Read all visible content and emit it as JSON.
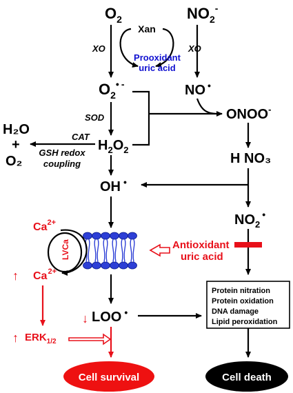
{
  "colors": {
    "black": "#000000",
    "red": "#e8101a",
    "blue": "#1010d0",
    "membrane": "#2d3fd6",
    "survival_fill": "#ee1111",
    "death_fill": "#000000"
  },
  "nodes": {
    "o2": {
      "base": "O",
      "sub": "2"
    },
    "no2_minus": {
      "base": "NO",
      "sub": "2",
      "sup": "-"
    },
    "xan": "Xan",
    "xo_left": "XO",
    "xo_right": "XO",
    "prooxidant_l1": "Prooxidant",
    "prooxidant_l2": "uric acid",
    "superoxide": {
      "base": "O",
      "sub": "2",
      "sup": "-",
      "rad": "•"
    },
    "nitric_oxide": {
      "base": "NO",
      "rad": "•"
    },
    "peroxynitrite": {
      "base": "ONOO",
      "sup": "-"
    },
    "sod": "SOD",
    "h2o2": {
      "a": "H",
      "sub": "2",
      "b": "O",
      "sub2": "2"
    },
    "h2o": "H₂O",
    "plus": "+",
    "o2_out": "O₂",
    "cat": "CAT",
    "gsh_l1": "GSH redox",
    "gsh_l2": "coupling",
    "hno3": "H NO₃",
    "hydroxyl": {
      "base": "OH",
      "rad": "•"
    },
    "no2_rad": {
      "base": "NO",
      "sub": "2",
      "rad": "•"
    },
    "ca_out": {
      "base": "Ca",
      "sup": "2+"
    },
    "ca_in": {
      "base": "Ca",
      "sup": "2+"
    },
    "lvca": "LVCa",
    "antioxidant_l1": "Antioxidant",
    "antioxidant_l2": "uric acid",
    "erk": {
      "base": "ERK",
      "sub": "1/2"
    },
    "loo": {
      "base": "LOO",
      "rad": "•"
    },
    "damage_box": [
      "Protein nitration",
      "Protein oxidation",
      "DNA damage",
      "Lipid peroxidation"
    ],
    "cell_survival": "Cell survival",
    "cell_death": "Cell death"
  }
}
